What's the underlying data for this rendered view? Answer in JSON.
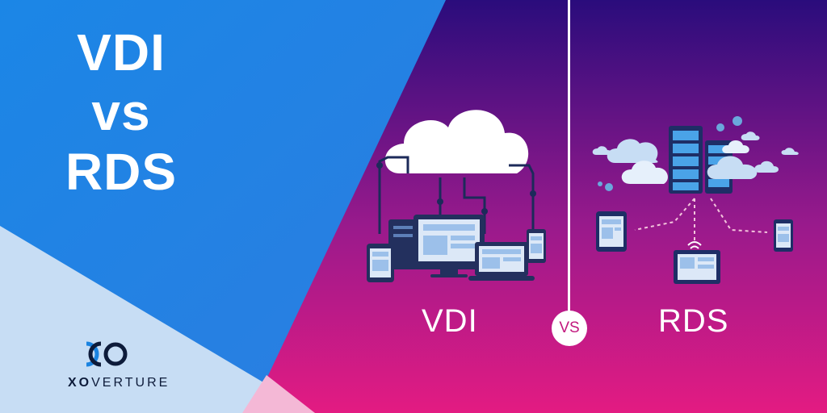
{
  "heading": {
    "line1": "VDI",
    "line2": "vs",
    "line3": "RDS"
  },
  "comparison": {
    "left_label": "VDI",
    "vs_label": "VS",
    "right_label": "RDS"
  },
  "brand": {
    "logo_bold": "XO",
    "logo_rest": "VERTURE"
  },
  "icons": {
    "vdi_illustration": "cloud-connected-devices-icon",
    "rds_illustration": "server-rack-clouds-devices-icon",
    "logo": "xoverture-logo-icon"
  },
  "colors": {
    "blue_panel": "#1a83e0",
    "light_blue": "#c7ddf4",
    "magenta": "#d81b84",
    "purple": "#2a0c7c",
    "pink_corner": "#f4b8d6"
  }
}
